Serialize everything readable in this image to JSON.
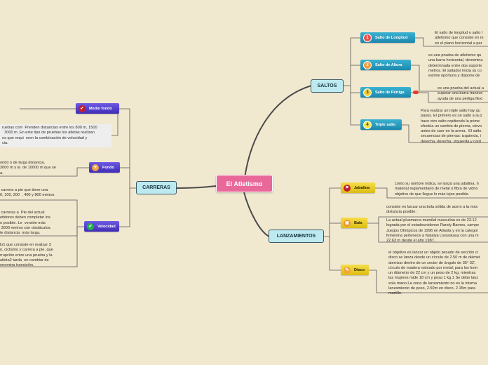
{
  "central": {
    "label": "El Atletismo"
  },
  "branches": {
    "saltos": {
      "label": "SALTOS"
    },
    "carreras": {
      "label": "CARRERAS"
    },
    "lanzamientos": {
      "label": "LANZAMIENTOS"
    }
  },
  "saltos": [
    {
      "num": "1",
      "label": "Salto de Longitud",
      "text": "El salto de longitud o salto l\natletismo que consiste en re\nen el plano horizontal a par"
    },
    {
      "num": "2",
      "label": "Salto de Altura",
      "text": "es una prueba de atletismo qu\nuna barra horizontal, denomina\ndeterminada entre dos soporte\nmetros. El saltador inicia su co\nestime oportuna y dispone de"
    },
    {
      "num": "3",
      "label": "Salto de Pértiga",
      "text": "es una prueba del actual a\nsuperar una barra transve\nayuda de una pértiga flexi"
    },
    {
      "num": "4",
      "label": "Triple salto",
      "text": "Para realizar un triple salto hay qu\npasos. El primero es un salto a la p\nhace otro salto repitiendo la prime\nefectúa un cambio de pierna, elevo\nantes de caer en la arena.  El salto\nsecuencias de piernas: izquierda, i\nderecha, derecha, izquierda y caíd"
    }
  ],
  "carreras": [
    {
      "label": "Medio fondo",
      "icon": "check-icon",
      "text": "ruebas com  Prenden distancias entre los 800 m, 1500\n  3000 m. En este tipo de pruebas los atletas realizan\nos que requi  eren la combinación de velocidad y\ncia."
    },
    {
      "label": "Fondo",
      "icon": "sun-icon",
      "text": "ondo o de larga distancia,\n3000 m y la  de 10000 m que se\na."
    },
    {
      "label": "Velocidad",
      "icon": "check-icon",
      "text_a": " carrera a pie que tiene una\n0, 100, 200  , 400 y 800 metros",
      "text_b": " carreras a  Pie del actual\netidores deben completar los\no posible. Le  versión más\n 3000 metros con obstáculos.\nte distancia  más larga.",
      "text_c": "lo1 que consiste en realizar 3\nn, ciclismo y carrera a pie, que\nrrupción entre una prueba y la\natleta2 tarda  en cambiar de\nenomina transición."
    }
  ],
  "lanzamientos": [
    {
      "label": "Jabalina",
      "icon": "flag-icon",
      "text": "como su nombre indica, se lanza una jabalina, h\nmaterial reglamentario de metal o fibra de vidrio\nobjetivo de que llegue lo más lejos posible."
    },
    {
      "label": "Bala",
      "icon": "box-icon",
      "text_a": "consiste en lanzar una bola sólida de acero a la máx\ndistancia posible.",
      "text_b": "La actual plusmarca mundial masculina es de 23.12\nlograda por el estadounidense Randy Barnes, campe\nJuegos Olímpicos de 1996 en Atlanta y en la categor\nfemenina pertenece a Natalya Lisovskaya con una m\n22.63 m desde el año 1987."
    },
    {
      "label": "Disco",
      "icon": "note-icon",
      "text": "el objetivo es lanzar un objeto pesado de sección ci\ndisco se lanza desde un círculo de 2.50 m de diámet\naterrizar dentro de un sector de ángulo de 35° 32',\ncírculo de madera rodeado por metal; para los hom\nun diámetro de 22 cm y un peso de 2 kg, mientras\nlas mujeres mide 18 cm y pesa 1 kg.1 Se debe lanz\nsola mano.La zona de lanzamiento no es la misma\nlanzamiento de peso, 2.50m en disco, 2.15m para\nmartillo."
    }
  ]
}
